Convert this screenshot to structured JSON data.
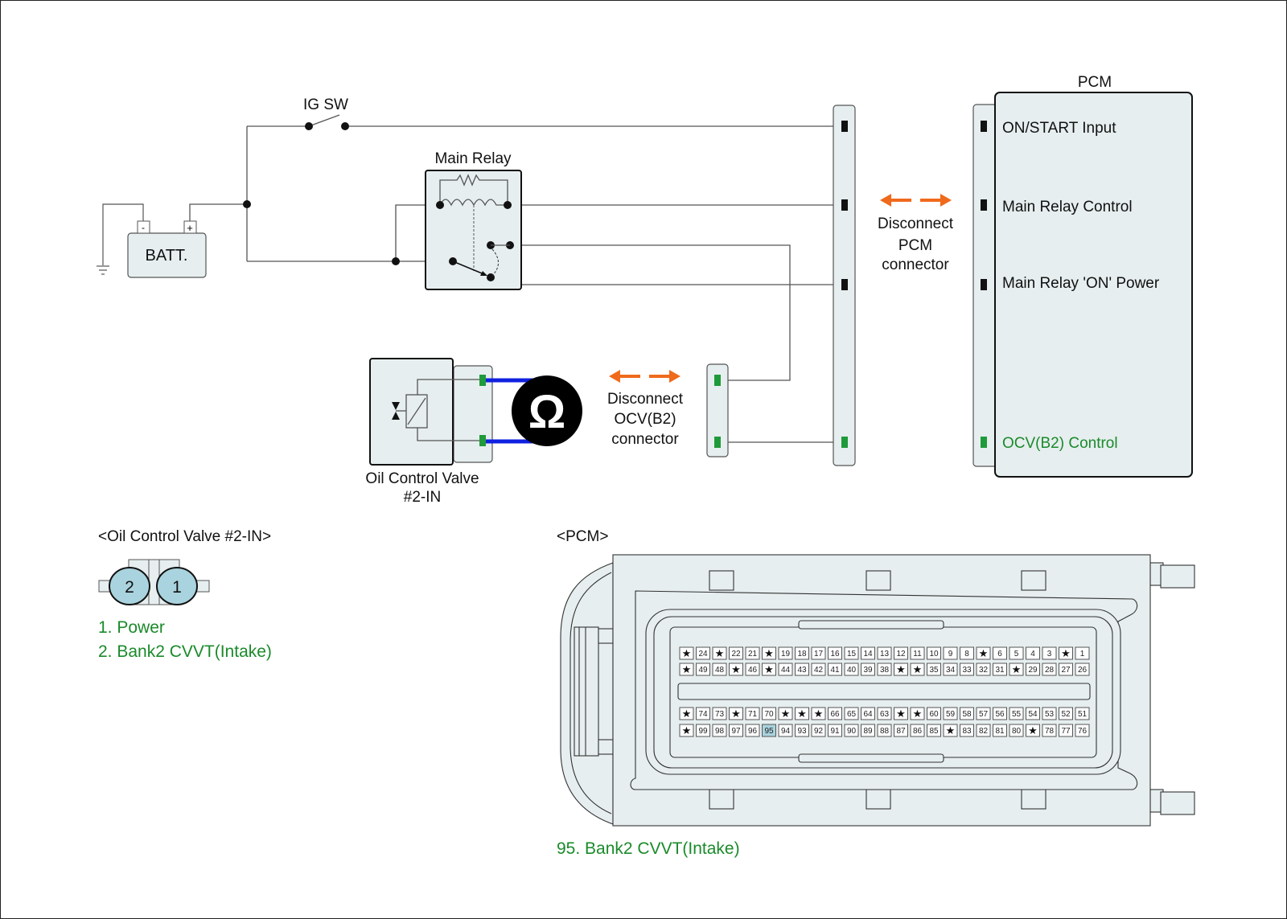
{
  "colors": {
    "wire": "#555555",
    "component_fill": "#e6eeef",
    "component_stroke": "#111111",
    "green_label": "#1a8a2a",
    "green_pin": "#1f9a3a",
    "orange_arrow": "#f06a1c",
    "blue_lead": "#1020e0",
    "meter_bg": "#000000",
    "connector_fill": "#a9d3de",
    "highlight_pin": "#a9d3de"
  },
  "labels": {
    "ig_sw": "IG SW",
    "main_relay": "Main Relay",
    "battery": "BATT.",
    "battery_neg": "-",
    "battery_pos": "+",
    "pcm_title": "PCM",
    "disconnect_pcm": [
      "Disconnect",
      "PCM",
      "connector"
    ],
    "disconnect_ocv": [
      "Disconnect",
      "OCV(B2)",
      "connector"
    ],
    "ocv_name": [
      "Oil Control Valve",
      "#2-IN"
    ],
    "ohm_symbol": "Ω"
  },
  "pcm_terminals": [
    {
      "label": "ON/START Input",
      "highlight": false
    },
    {
      "label": "Main Relay Control",
      "highlight": false
    },
    {
      "label": "Main Relay 'ON' Power",
      "highlight": false
    },
    {
      "label": "OCV(B2) Control",
      "highlight": true
    }
  ],
  "ocv_connector": {
    "title": "<Oil Control Valve #2-IN>",
    "pins": [
      "2",
      "1"
    ],
    "legend": [
      "1. Power",
      "2. Bank2 CVVT(Intake)"
    ]
  },
  "pcm_connector": {
    "title": "<PCM>",
    "highlight_pin": "95",
    "legend": "95. Bank2 CVVT(Intake)",
    "rows": [
      [
        "★",
        "24",
        "★",
        "22",
        "21",
        "★",
        "19",
        "18",
        "17",
        "16",
        "15",
        "14",
        "13",
        "12",
        "11",
        "10",
        "9",
        "8",
        "★",
        "6",
        "5",
        "4",
        "3",
        "★",
        "1"
      ],
      [
        "★",
        "49",
        "48",
        "★",
        "46",
        "★",
        "44",
        "43",
        "42",
        "41",
        "40",
        "39",
        "38",
        "★",
        "★",
        "35",
        "34",
        "33",
        "32",
        "31",
        "★",
        "29",
        "28",
        "27",
        "26"
      ],
      [
        "★",
        "74",
        "73",
        "★",
        "71",
        "70",
        "★",
        "★",
        "★",
        "66",
        "65",
        "64",
        "63",
        "★",
        "★",
        "60",
        "59",
        "58",
        "57",
        "56",
        "55",
        "54",
        "53",
        "52",
        "51"
      ],
      [
        "★",
        "99",
        "98",
        "97",
        "96",
        "95",
        "94",
        "93",
        "92",
        "91",
        "90",
        "89",
        "88",
        "87",
        "86",
        "85",
        "★",
        "83",
        "82",
        "81",
        "80",
        "★",
        "78",
        "77",
        "76"
      ]
    ]
  }
}
